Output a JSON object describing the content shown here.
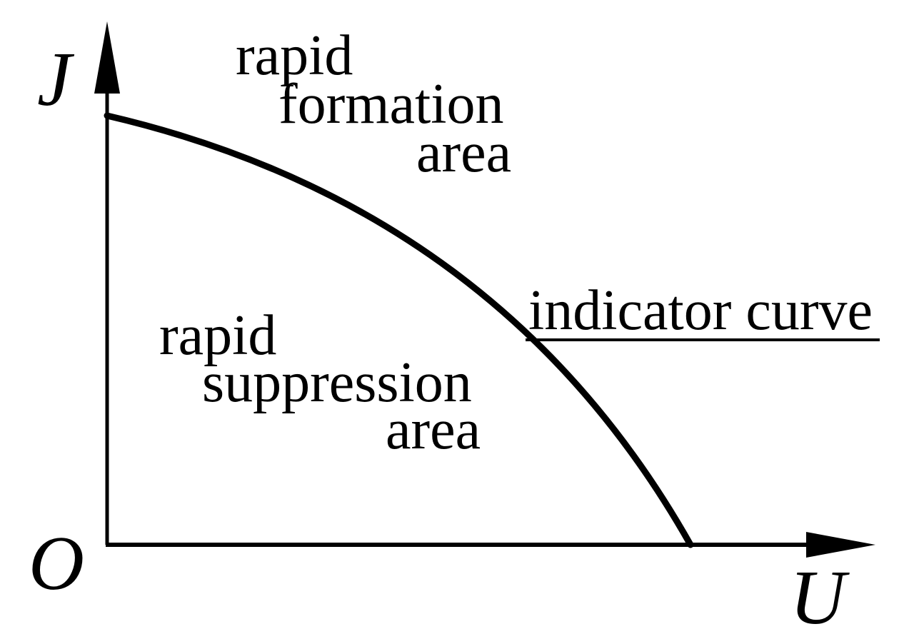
{
  "colors": {
    "ink": "#000000",
    "background": "#ffffff"
  },
  "axes": {
    "y_label": "J",
    "x_label": "U",
    "origin_label": "O"
  },
  "labels": {
    "formation_area": {
      "lines": [
        "rapid",
        "formation",
        "area"
      ]
    },
    "suppression_area": {
      "lines": [
        "rapid",
        "suppression",
        "area"
      ]
    },
    "curve": "indicator curve"
  }
}
